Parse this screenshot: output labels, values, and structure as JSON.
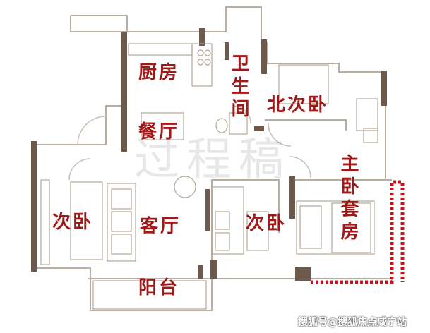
{
  "rooms": {
    "kitchen": "厨房",
    "dining": "餐厅",
    "bathroom": "卫生间",
    "north_bedroom": "北次卧",
    "left_bedroom": "次卧",
    "living_room": "客厅",
    "middle_bedroom": "次卧",
    "master_suite": "主卧套房",
    "balcony": "阳台"
  },
  "watermark": "过程稿",
  "credit": "搜狐号@搜狐焦点咸宁站",
  "colors": {
    "wall": "#6e5a4c",
    "furniture": "#b4a898",
    "label": "#a01818",
    "highlight": "#c0181c"
  }
}
